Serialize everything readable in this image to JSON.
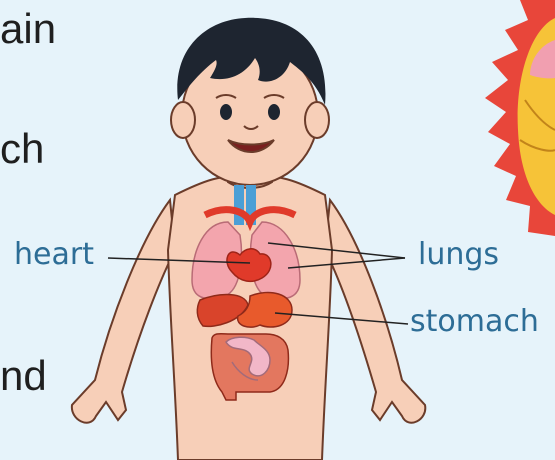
{
  "text_fragments": {
    "line1": "ain",
    "line2": "ch",
    "line3": "nd"
  },
  "labels": {
    "heart": "heart",
    "lungs": "lungs",
    "stomach": "stomach"
  },
  "colors": {
    "background": "#e6f3fa",
    "label_text": "#2d6d96",
    "skin": "#f7cfb8",
    "hair": "#1e2530",
    "heart": "#e03a2a",
    "lungs": "#f3a5ad",
    "stomach": "#e85a2c",
    "intestines": "#f2b7c8",
    "lion_mane": "#e8463a",
    "lion_face": "#f6c338"
  }
}
